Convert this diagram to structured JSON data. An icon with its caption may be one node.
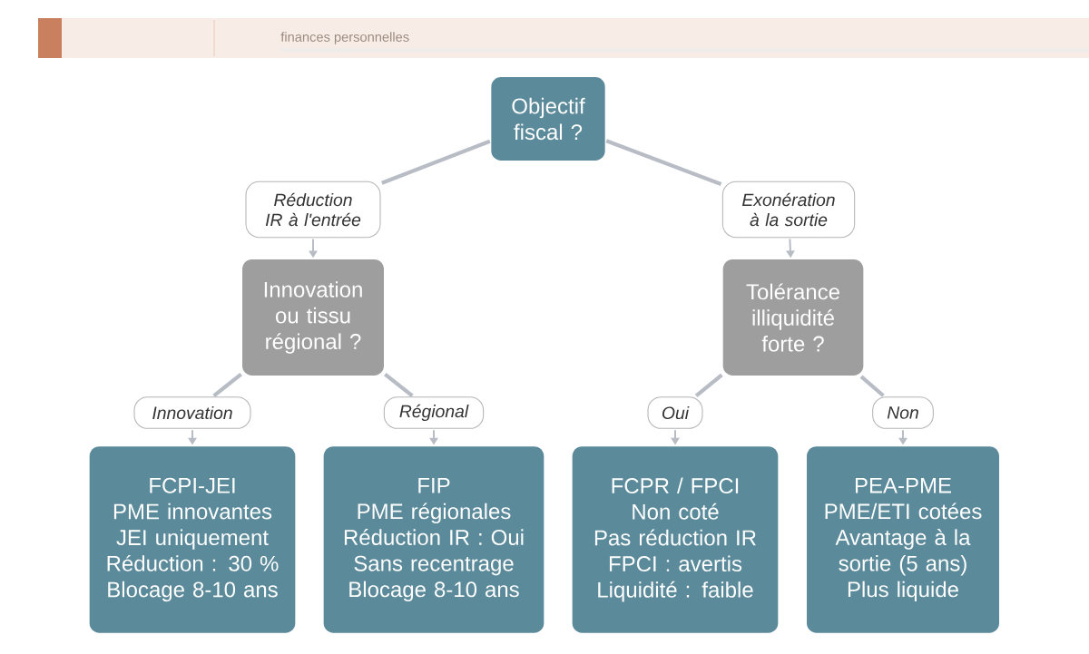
{
  "diagram": {
    "nodes": [
      {
        "text": [
          "Objectif fiscal ?"
        ]
      },
      {
        "text": [
          "Réduction IR à l'entrée"
        ]
      },
      {
        "text": [
          "Exonération à la sortie"
        ]
      },
      {
        "text": [
          "Innovation ou tissu régional ?"
        ]
      },
      {
        "text": [
          "Tolérance illiquidité forte ?"
        ]
      },
      {
        "text": [
          "Innovation"
        ]
      },
      {
        "text": [
          "Régional"
        ]
      },
      {
        "text": [
          "Oui"
        ]
      },
      {
        "text": [
          "Non"
        ]
      },
      {
        "text": [
          "FCPI-JEI",
          "PME innovantes",
          "JEI uniquement",
          "Réduction : 30 %",
          "Blocage 8-10 ans"
        ]
      },
      {
        "text": [
          "FIP",
          "PME régionales",
          "Réduction IR : Oui",
          "Sans recentrage",
          "Blocage 8-10 ans"
        ]
      },
      {
        "text": [
          "FCPR / FPCI",
          "Non coté",
          "Pas réduction IR",
          "FPCI : avertis",
          "Liquidité : faible"
        ]
      },
      {
        "text": [
          "PEA-PME",
          "PME/ETI cotées",
          "Avantage à la sortie (5 ans)",
          "Plus liquide"
        ]
      }
    ],
    "edges": [
      {
        "from": 0,
        "to": 1,
        "arrow": "none",
        "style": "thick"
      },
      {
        "from": 0,
        "to": 2,
        "arrow": "none",
        "style": "thick"
      },
      {
        "from": 1,
        "to": 3,
        "arrow": "to"
      },
      {
        "from": 2,
        "to": 4,
        "arrow": "to"
      },
      {
        "from": 3,
        "to": 5,
        "arrow": "none",
        "style": "thick"
      },
      {
        "from": 3,
        "to": 6,
        "arrow": "none",
        "style": "thick"
      },
      {
        "from": 4,
        "to": 7,
        "arrow": "none",
        "style": "thick"
      },
      {
        "from": 4,
        "to": 8,
        "arrow": "none",
        "style": "thick"
      },
      {
        "from": 5,
        "to": 9,
        "arrow": "to"
      },
      {
        "from": 6,
        "to": 10,
        "arrow": "to"
      },
      {
        "from": 7,
        "to": 11,
        "arrow": "to"
      },
      {
        "from": 8,
        "to": 12,
        "arrow": "to"
      }
    ],
    "labels": [
      "finances personnelles"
    ]
  }
}
